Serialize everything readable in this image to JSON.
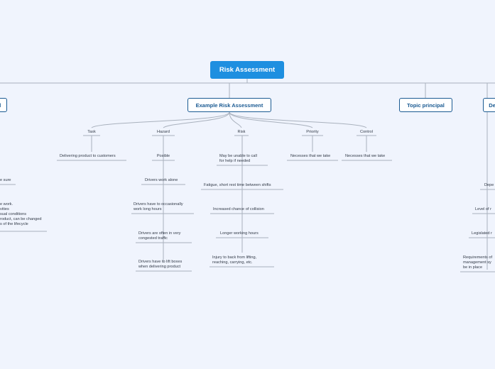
{
  "root": {
    "label": "Risk Assessment"
  },
  "topics": {
    "left_partial": "d",
    "example": "Example Risk Assessment",
    "principal": "Topic principal",
    "right_partial": "De"
  },
  "columns": {
    "task": {
      "header": "Task",
      "items": [
        "Delivering product to customers"
      ]
    },
    "hazard": {
      "header": "Hazard",
      "items": [
        "Posible",
        "Drivers work alone",
        "Drivers have to occasionally\nwork long hours",
        "Drivers are often in very\ncongested traffic",
        "Drivers have to lift boxes\nwhen delivering product"
      ]
    },
    "risk": {
      "header": "Risk",
      "items": [
        "May be unable to call\nfor help if needed",
        "Fatigue, short rest time between shifts",
        "Increased chance of collision",
        "Longer working hours",
        "Injury to back from lifting,\nreaching, carrying, etc."
      ]
    },
    "priority": {
      "header": "Priority",
      "items": [
        "Necesses that we take"
      ]
    },
    "control": {
      "header": "Control",
      "items": [
        "Necesses that we take"
      ]
    }
  },
  "left_branch": {
    "items": [
      "e sure",
      "e work.\nvities\nsual conditions\nroduct, can be changed\ns of the lifecycle"
    ]
  },
  "right_branch": {
    "items": [
      "Depe",
      "Level of r",
      "Legislated r",
      "Requirements of\nmanagement sy\nbe in place"
    ]
  },
  "colors": {
    "background": "#f0f4fd",
    "root_fill": "#1e8fe0",
    "topic_border": "#1a5a92",
    "connector": "#a9b1bd"
  }
}
